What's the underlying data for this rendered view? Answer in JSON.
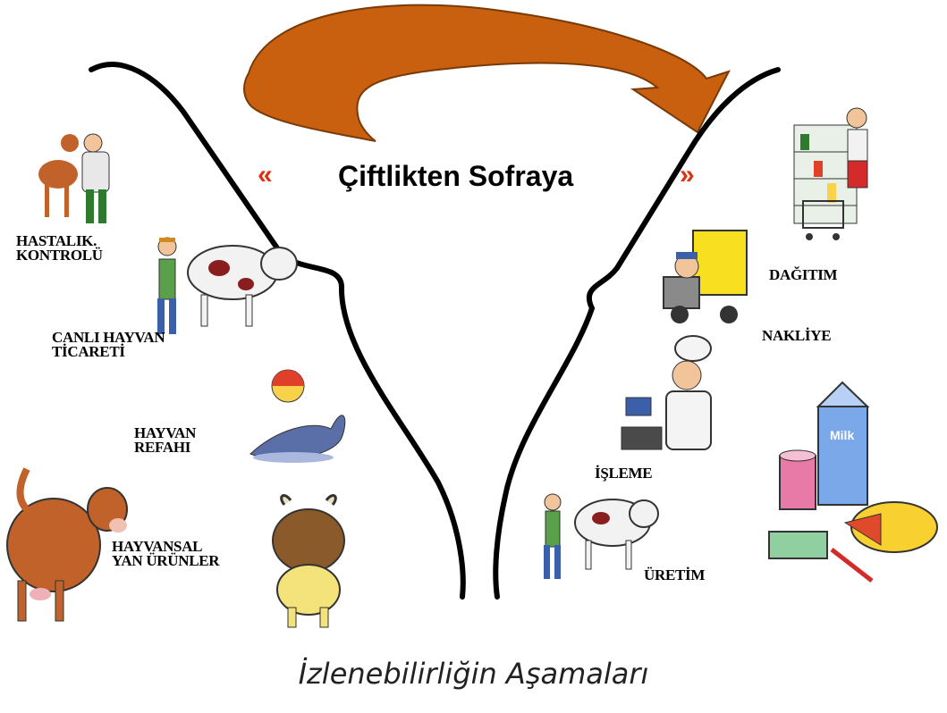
{
  "diagram": {
    "title": "Çiftlikten Sofraya",
    "left_marker": "«",
    "right_marker": "»",
    "left_labels": {
      "disease_control": [
        "HASTALIK.",
        "KONTROLÜ"
      ],
      "live_trade": [
        "CANLI HAYVAN",
        "TİCARETİ"
      ],
      "welfare": [
        "HAYVAN",
        "REFAHI"
      ],
      "byproducts": [
        "HAYVANSAL",
        "YAN ÜRÜNLER"
      ]
    },
    "right_labels": {
      "distribution": "DAĞITIM",
      "transport": "NAKLİYE",
      "processing": "İŞLEME",
      "production": "ÜRETİM"
    },
    "milk_carton_text": "Milk"
  },
  "footer": {
    "caption": "İzlenebilirliğin Aşamaları"
  },
  "colors": {
    "arrow": "#c8600f",
    "marker": "#e03010",
    "line": "#000000"
  }
}
